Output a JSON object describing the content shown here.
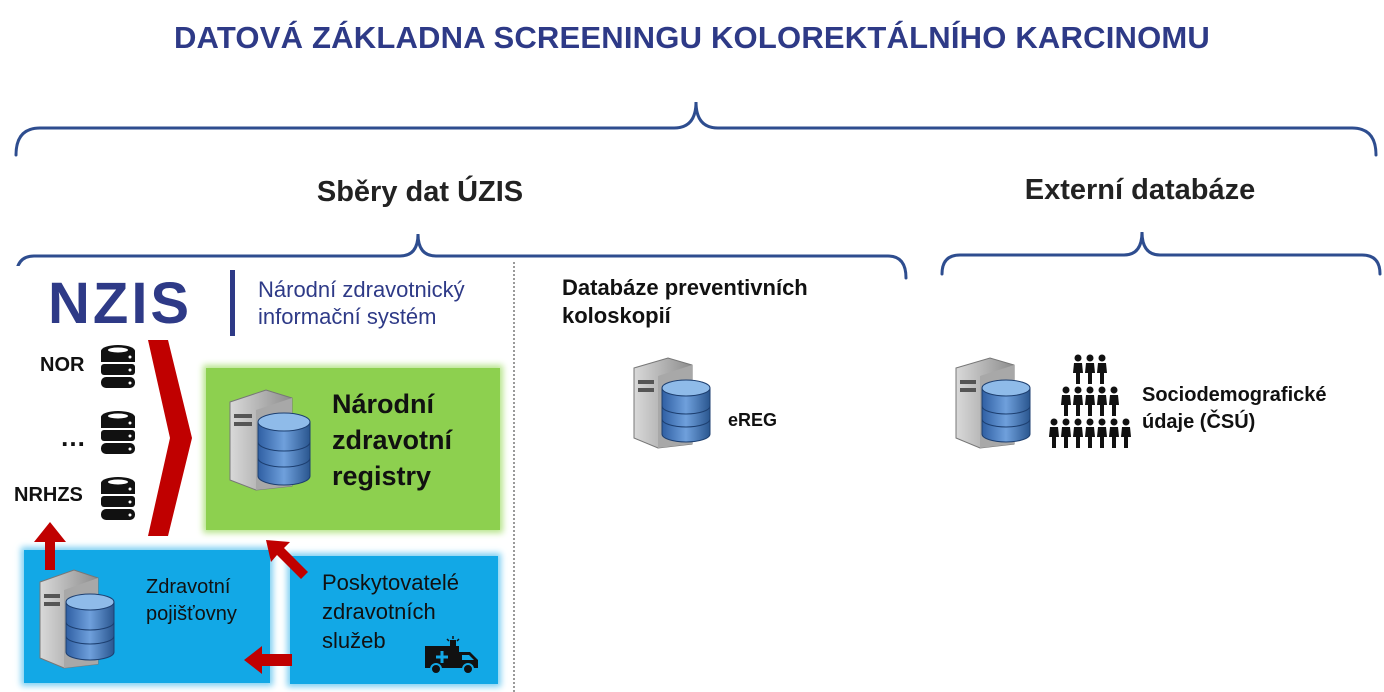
{
  "title": "DATOVÁ ZÁKLADNA SCREENINGU KOLOREKTÁLNÍHO KARCINOMU",
  "uzis": {
    "title": "Sběry dat ÚZIS",
    "logo_text": "NZIS",
    "logo_name": [
      "Národní zdravotnický",
      "informační systém"
    ],
    "registries": [
      "NOR",
      "…",
      "NRHZS"
    ],
    "national_registries": [
      "Národní",
      "zdravotní",
      "registry"
    ],
    "insurers": [
      "Zdravotní",
      "pojišťovny"
    ],
    "providers": [
      "Poskytovatelé",
      "zdravotních",
      "služeb"
    ],
    "prev_title": [
      "Databáze preventivních",
      "koloskopií"
    ],
    "ereg_label": "eREG"
  },
  "external": {
    "title": "Externí databáze",
    "socio_label": [
      "Sociodemografické",
      "údaje (ČSÚ)"
    ]
  },
  "colors": {
    "title_blue": "#2e3a87",
    "brace_blue": "#2e4d8f",
    "green": "#8dd04f",
    "blue_box": "#12a8e6",
    "arrow_red": "#c00000"
  },
  "icons": {
    "server": "server-database-icon",
    "disk_stack": "database-stack-icon",
    "ambulance": "ambulance-icon",
    "people": "population-icon"
  }
}
